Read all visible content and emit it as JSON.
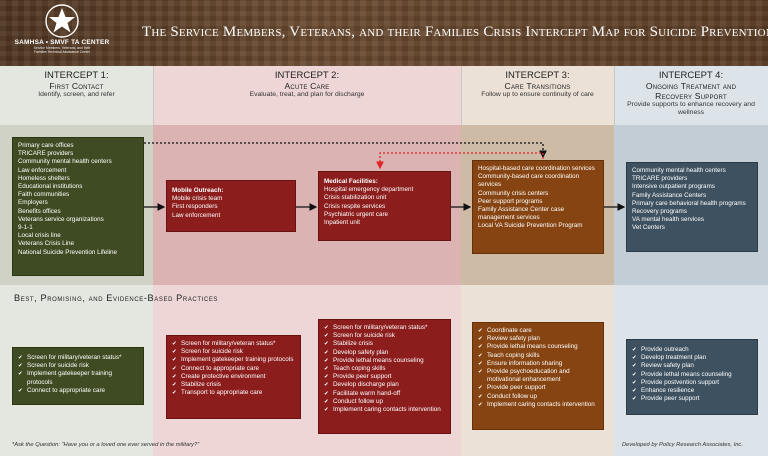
{
  "header": {
    "logo_name": "SAMHSA • SMVF TA CENTER",
    "logo_sub_1": "Service Members, Veterans, and their",
    "logo_sub_2": "Families Technical Assistance Center",
    "title": "The Service Members, Veterans, and their Families Crisis Intercept Map for Suicide Prevention"
  },
  "intercepts": [
    {
      "title": "INTERCEPT 1:",
      "sub": "First Contact",
      "desc": "Identify, screen, and refer"
    },
    {
      "title": "INTERCEPT 2:",
      "sub": "Acute Care",
      "desc": "Evaluate, treat, and plan for discharge"
    },
    {
      "title": "INTERCEPT 3:",
      "sub": "Care Transitions",
      "desc": "Follow up to ensure continuity of care"
    },
    {
      "title": "INTERCEPT 4:",
      "sub": "Ongoing Treatment and Recovery Support",
      "desc": "Provide supports to enhance recovery and wellness"
    }
  ],
  "first_contact": [
    "Primary care offices",
    "TRICARE providers",
    "Community mental health centers",
    "Law enforcement",
    "Homeless shelters",
    "Educational institutions",
    "Faith communities",
    "Employers",
    "Benefits offices",
    "Veterans service organizations",
    "9-1-1",
    "Local crisis line",
    "Veterans Crisis Line",
    "National Suicide Prevention Lifeline"
  ],
  "mobile_outreach": {
    "heading": "Mobile Outreach:",
    "items": [
      "Mobile crisis team",
      "First responders",
      "Law enforcement"
    ]
  },
  "medical_facilities": {
    "heading": "Medical Facilities:",
    "items": [
      "Hospital emergency department",
      "Crisis stabilization unit",
      "Crisis respite services",
      "Psychiatric urgent care",
      "Inpatient unit"
    ]
  },
  "care_transitions": [
    "Hospital-based care coordination services",
    "Community-based care coordination services",
    "Community crisis centers",
    "Peer support programs",
    "Family Assistance Center case management services",
    "Local VA Suicide Prevention Program"
  ],
  "ongoing": [
    "Community mental health centers",
    "TRICARE providers",
    "Intensive outpatient programs",
    "Family Assistance Centers",
    "Primary care behavioral health programs",
    "Recovery programs",
    "VA mental health services",
    "Vet Centers"
  ],
  "practices_title": "Best, Promising, and Evidence-Based Practices",
  "practices": {
    "p1": [
      "Screen for military/veteran status*",
      "Screen for suicide risk",
      "Implement gatekeeper training protocols",
      "Connect to appropriate care"
    ],
    "p2a": [
      "Screen for military/veteran status*",
      "Screen for suicide risk",
      "Implement gatekeeper training protocols",
      "Connect to appropriate care",
      "Create protective environment",
      "Stabilize crisis",
      "Transport to appropriate care"
    ],
    "p2b": [
      "Screen for military/veteran status*",
      "Screen for suicide risk",
      "Stabilize crisis",
      "Develop safety plan",
      "Provide lethal means counseling",
      "Teach coping skills",
      "Provide peer support",
      "Develop discharge plan",
      "Facilitate warm hand-off",
      "Conduct follow up",
      "Implement caring contacts intervention"
    ],
    "p3": [
      "Coordinate care",
      "Review safety plan",
      "Provide lethal means counseling",
      "Teach coping skills",
      "Ensure information sharing",
      "Provide psychoeducation and motivational enhancement",
      "Provide peer support",
      "Conduct follow up",
      "Implement caring contacts intervention"
    ],
    "p4": [
      "Provide outreach",
      "Develop treatment plan",
      "Review safety plan",
      "Provide lethal means counseling",
      "Provide postvention support",
      "Enhance resilience",
      "Provide peer support"
    ]
  },
  "footnote": "*Ask the Question: “Have you or a loved one ever served in the military?”",
  "credit": "Developed by Policy Research Associates, Inc.",
  "colors": {
    "header": "#5b3f28",
    "green": "#3f4c23",
    "red": "#8b1d1d",
    "orange": "#854411",
    "slate": "#3d5160",
    "arrow_red": "#e0242a"
  }
}
